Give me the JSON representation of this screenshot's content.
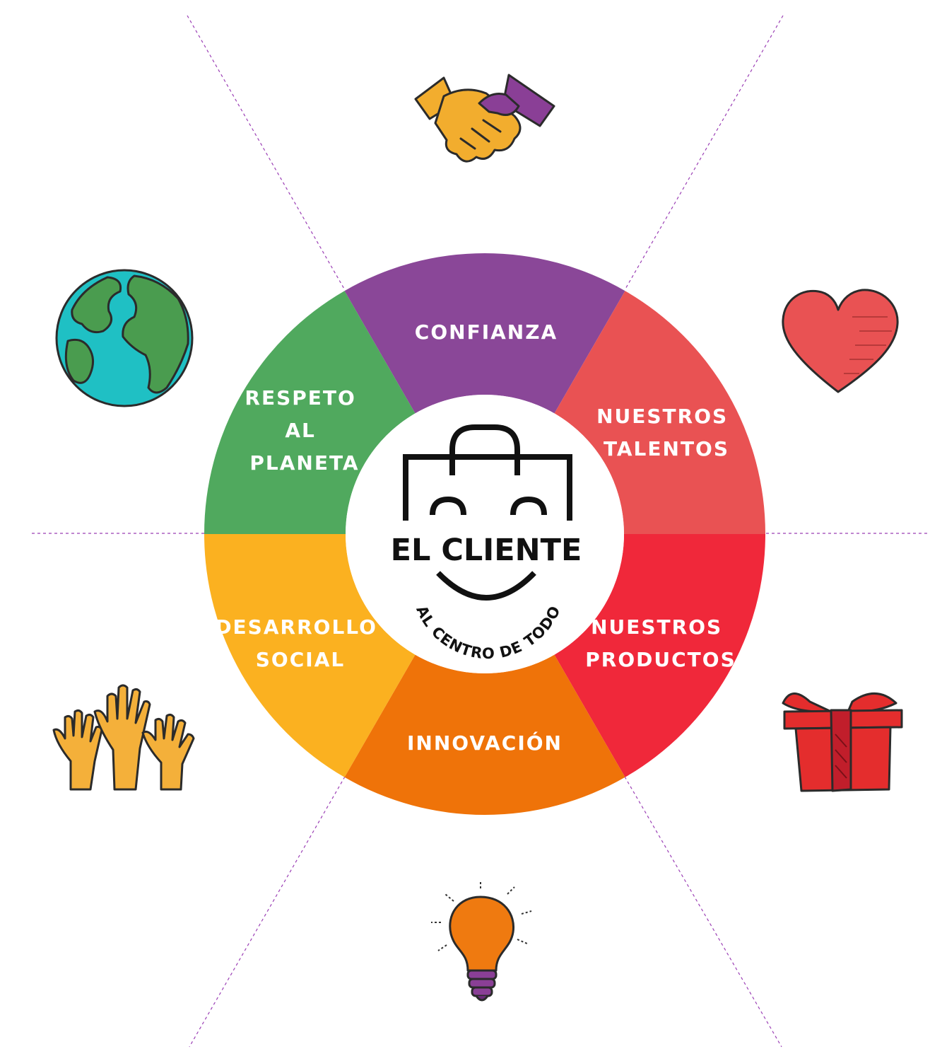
{
  "center": {
    "title": "EL CLIENTE",
    "subtitle": "AL CENTRO DE TODO"
  },
  "segments": [
    {
      "id": "confianza",
      "lines": [
        "CONFIANZA"
      ],
      "color": "#8a4798",
      "icon": "handshake-icon"
    },
    {
      "id": "talentos",
      "lines": [
        "NUESTROS",
        "TALENTOS"
      ],
      "color": "#e95253",
      "icon": "heart-icon"
    },
    {
      "id": "productos",
      "lines": [
        "NUESTROS",
        "PRODUCTOS"
      ],
      "color": "#f0283a",
      "icon": "gift-icon"
    },
    {
      "id": "innovacion",
      "lines": [
        "INNOVACIÓN"
      ],
      "color": "#ef7309",
      "icon": "lightbulb-icon"
    },
    {
      "id": "social",
      "lines": [
        "DESARROLLO",
        "SOCIAL"
      ],
      "color": "#fbb120",
      "icon": "raised-hands-icon"
    },
    {
      "id": "planeta",
      "lines": [
        "RESPETO",
        "AL",
        "PLANETA"
      ],
      "color": "#50a95e",
      "icon": "globe-icon"
    }
  ],
  "colors": {
    "divider": "#9b3fb5",
    "logo": "#111111",
    "background": "#ffffff"
  }
}
